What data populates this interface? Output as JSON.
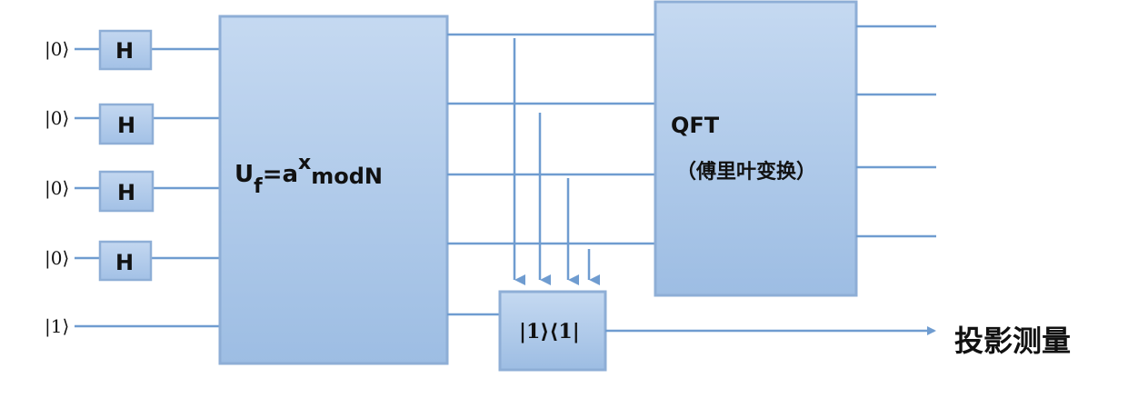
{
  "inputs": [
    "|0⟩",
    "|0⟩",
    "|0⟩",
    "|0⟩",
    "|1⟩"
  ],
  "hadamard_label": "H",
  "uf": {
    "prefix": "U",
    "subscript": "f",
    "eq": "=a",
    "superscript": "x",
    "suffix": "modN"
  },
  "qft": {
    "label": "QFT",
    "subtitle": "（傅里叶变换）"
  },
  "projector": {
    "label": "|1⟩⟨1|"
  },
  "measurement_label": "投影测量",
  "colors": {
    "box_fill_top": "#c5d9f1",
    "box_fill_bottom": "#9dbde3",
    "box_stroke": "#8eaed6",
    "wire": "#6f9cd0",
    "arrow": "#6f9cd0",
    "text": "#111111"
  }
}
